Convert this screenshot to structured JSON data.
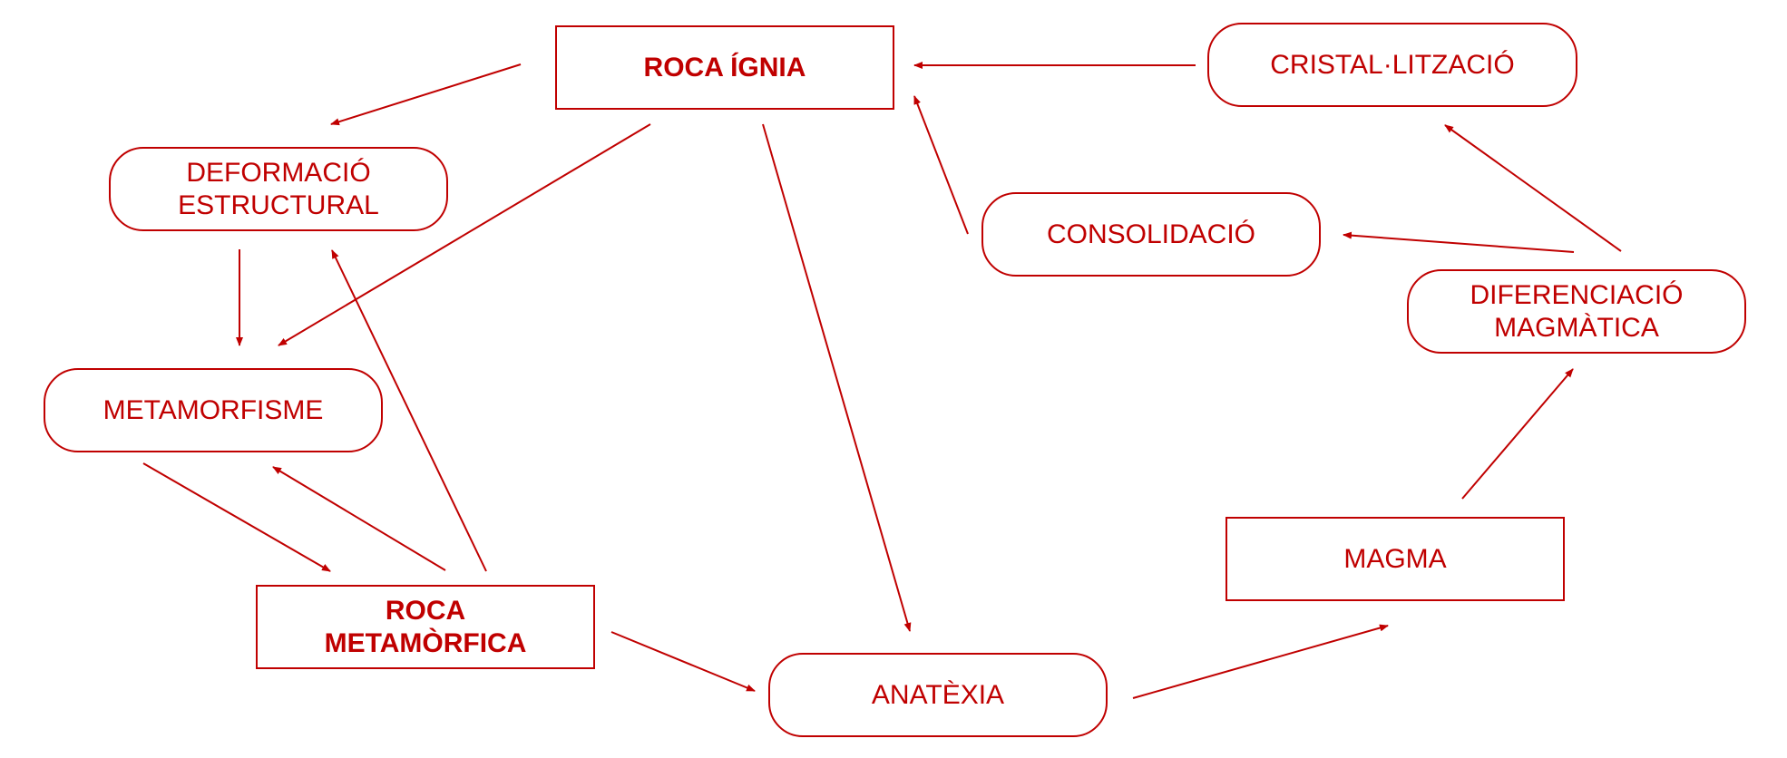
{
  "colors": {
    "accent": "#c00000",
    "background": "#ffffff"
  },
  "nodes": {
    "roca_ignia": "ROCA ÍGNIA",
    "cristallitzacio": "CRISTAL·LITZACIÓ",
    "deformacio": "DEFORMACIÓ\nESTRUCTURAL",
    "consolidacio": "CONSOLIDACIÓ",
    "diferenciacio": "DIFERENCIACIÓ\nMAGMÀTICA",
    "metamorfisme": "METAMORFISME",
    "magma": "MAGMA",
    "roca_metamorfica": "ROCA\nMETAMÒRFICA",
    "anatexia": "ANATÈXIA"
  },
  "edges": [
    {
      "from": "cristallitzacio",
      "to": "roca_ignia"
    },
    {
      "from": "consolidacio",
      "to": "roca_ignia"
    },
    {
      "from": "roca_ignia",
      "to": "deformacio"
    },
    {
      "from": "roca_ignia",
      "to": "metamorfisme"
    },
    {
      "from": "roca_ignia",
      "to": "anatexia"
    },
    {
      "from": "deformacio",
      "to": "metamorfisme"
    },
    {
      "from": "metamorfisme",
      "to": "roca_metamorfica"
    },
    {
      "from": "roca_metamorfica",
      "to": "metamorfisme"
    },
    {
      "from": "roca_metamorfica",
      "to": "deformacio"
    },
    {
      "from": "roca_metamorfica",
      "to": "anatexia"
    },
    {
      "from": "anatexia",
      "to": "magma"
    },
    {
      "from": "magma",
      "to": "diferenciacio"
    },
    {
      "from": "diferenciacio",
      "to": "consolidacio"
    },
    {
      "from": "diferenciacio",
      "to": "cristallitzacio"
    }
  ]
}
